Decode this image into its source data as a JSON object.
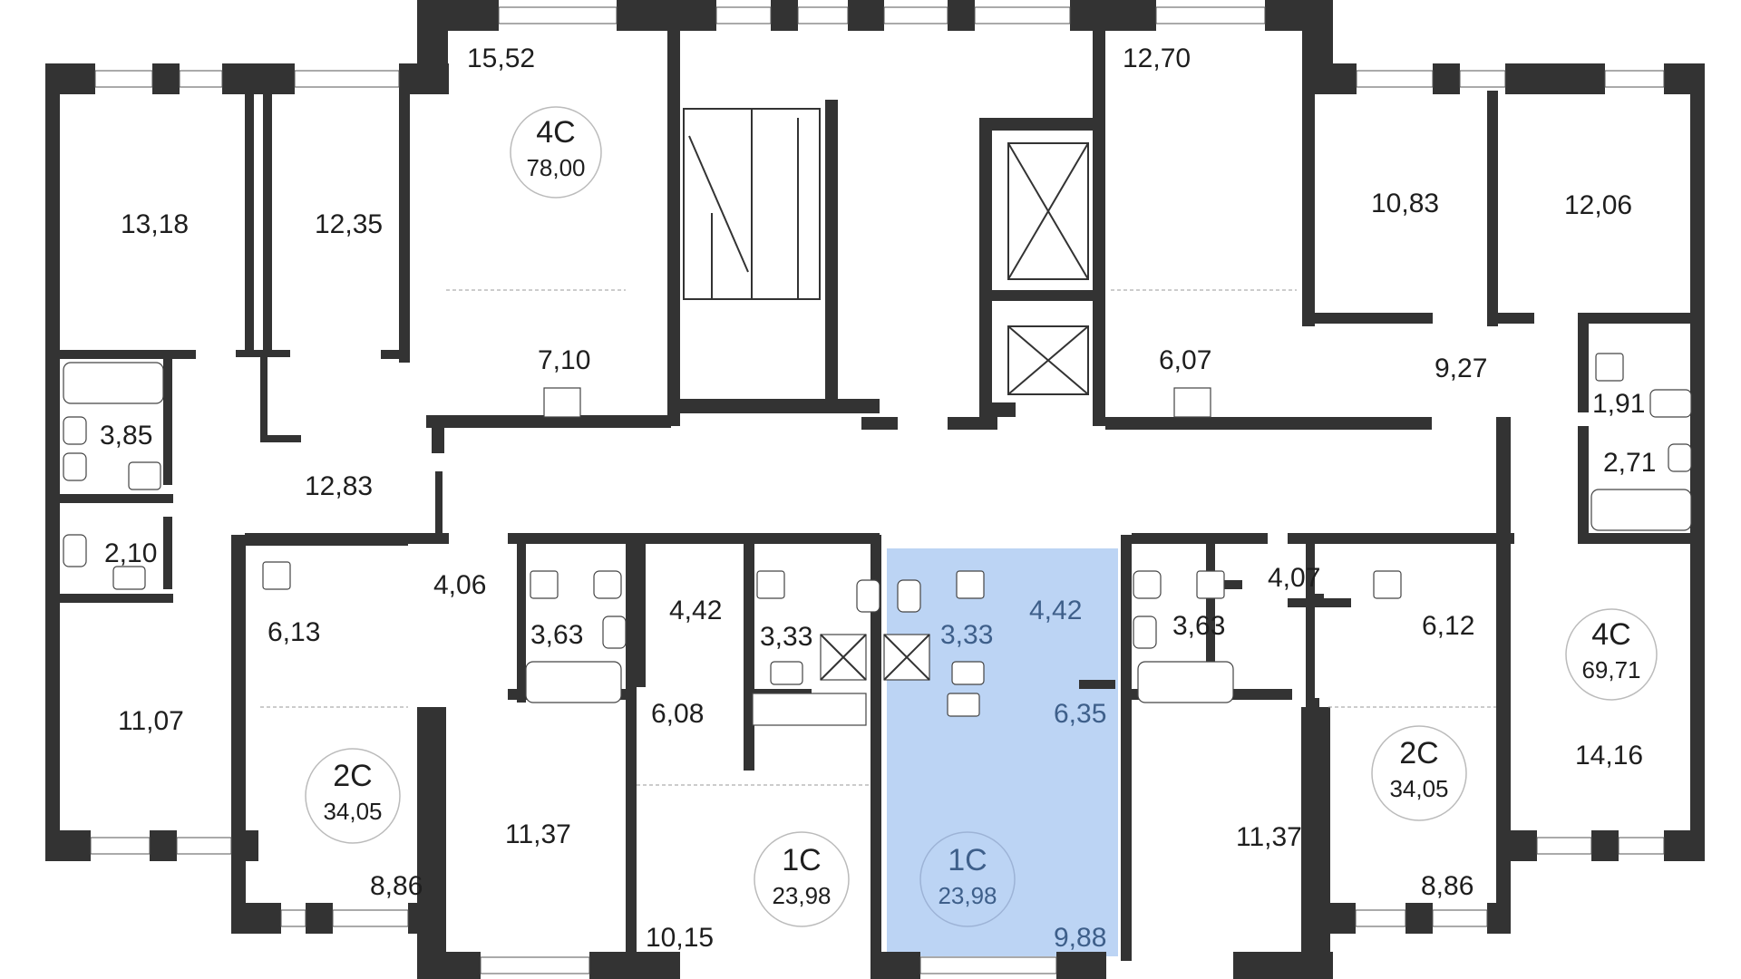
{
  "colors": {
    "wall": "#333333",
    "highlight_fill": "#bcd4f4",
    "highlight_text": "#3e5f8a",
    "text": "#1e1e1e"
  },
  "apartments": [
    {
      "id": "4c_left",
      "type": "4С",
      "area": "78,00"
    },
    {
      "id": "2c_left",
      "type": "2С",
      "area": "34,05"
    },
    {
      "id": "1c_left",
      "type": "1С",
      "area": "23,98"
    },
    {
      "id": "1c_selected",
      "type": "1С",
      "area": "23,98",
      "selected": true
    },
    {
      "id": "2c_right",
      "type": "2С",
      "area": "34,05"
    },
    {
      "id": "4c_right",
      "type": "4С",
      "area": "69,71"
    }
  ],
  "rooms": {
    "r_15_52": "15,52",
    "r_13_18": "13,18",
    "r_12_35": "12,35",
    "r_7_10": "7,10",
    "r_3_85": "3,85",
    "r_12_83": "12,83",
    "r_2_10": "2,10",
    "r_4_06": "4,06",
    "r_6_13": "6,13",
    "r_11_07": "11,07",
    "r_8_86_l": "8,86",
    "r_3_63_l": "3,63",
    "r_11_37_l": "11,37",
    "r_4_42_l": "4,42",
    "r_3_33_l": "3,33",
    "r_6_08": "6,08",
    "r_10_15": "10,15",
    "r_3_33_s": "3,33",
    "r_4_42_s": "4,42",
    "r_6_35": "6,35",
    "r_9_88": "9,88",
    "r_3_63_r": "3,63",
    "r_4_07": "4,07",
    "r_11_37_r": "11,37",
    "r_6_12": "6,12",
    "r_8_86_r": "8,86",
    "r_12_70": "12,70",
    "r_6_07": "6,07",
    "r_10_83": "10,83",
    "r_12_06": "12,06",
    "r_9_27": "9,27",
    "r_1_91": "1,91",
    "r_2_71": "2,71",
    "r_14_16": "14,16"
  }
}
